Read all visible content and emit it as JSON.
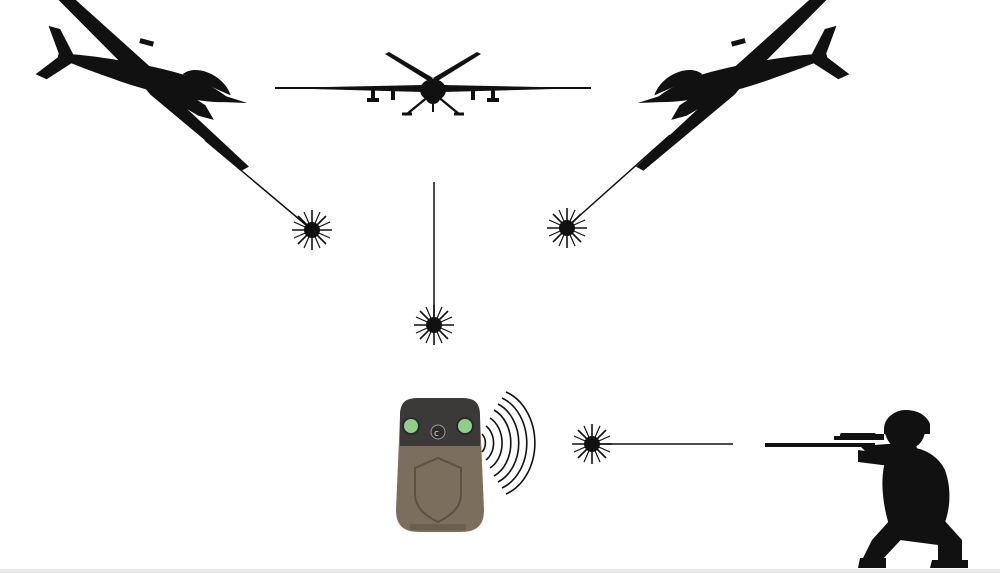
{
  "diagram": {
    "elements": {
      "drone_left": "reaper-drone-left",
      "drone_center": "reaper-drone-center",
      "drone_right": "reaper-drone-right",
      "beam_left": "laser-beam-left",
      "beam_center": "laser-beam-center",
      "beam_right": "laser-beam-right",
      "beam_sniper": "laser-beam-sniper",
      "device": "wearable-laser-detector",
      "signal": "wireless-signal-waves",
      "shooter": "kneeling-sniper"
    },
    "device": {
      "label_line1": "",
      "label_line2": ""
    },
    "colors": {
      "silhouette": "#111111",
      "device_body": "#7b6e5c",
      "device_top": "#3b3a38",
      "sensor": "#8fcf8a",
      "background": "#ffffff"
    }
  }
}
